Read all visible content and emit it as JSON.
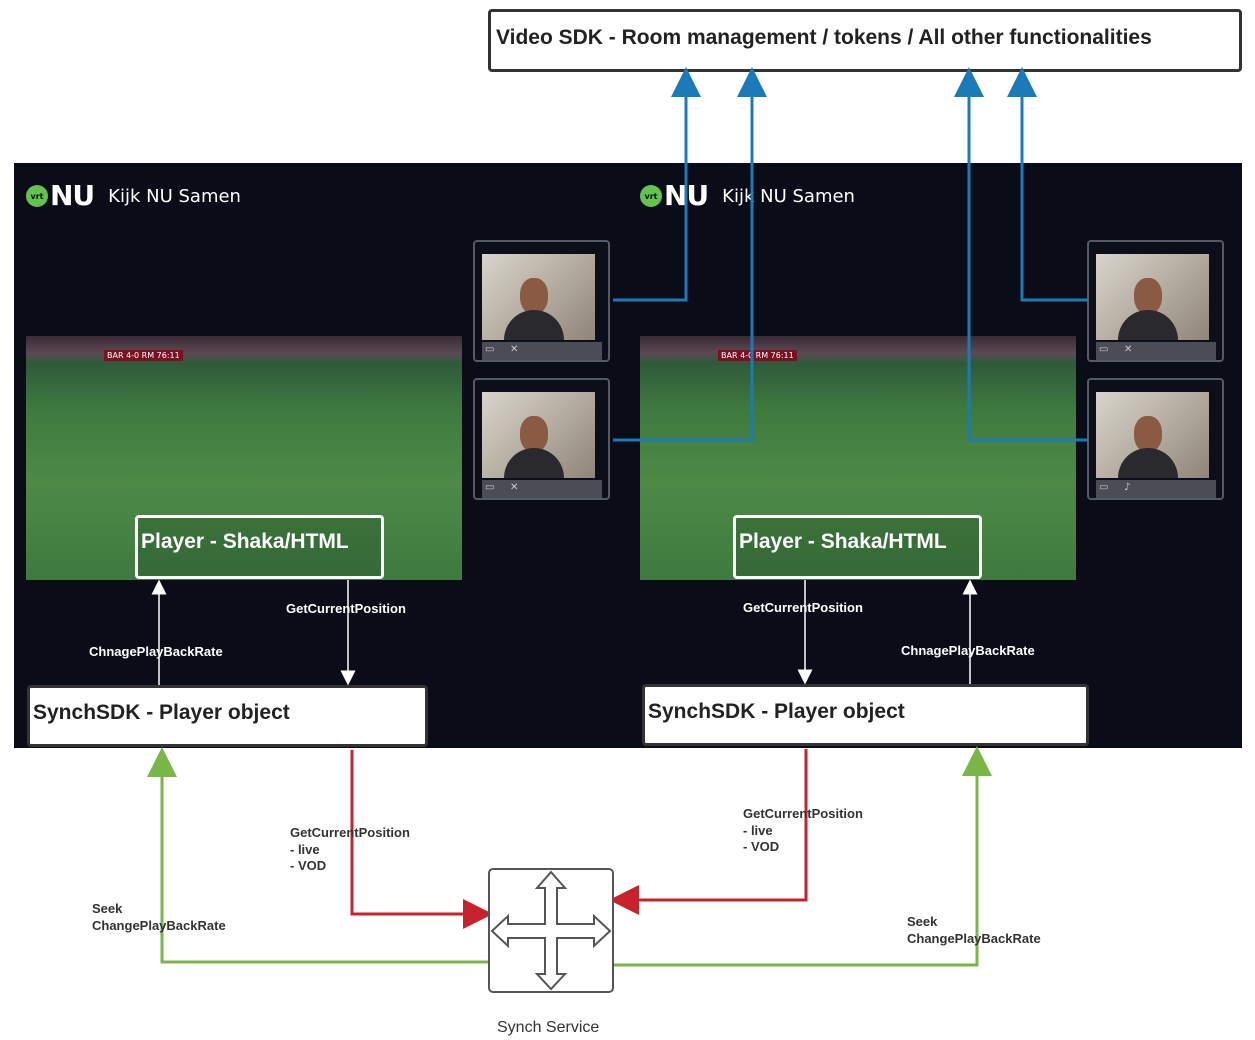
{
  "video_sdk": {
    "label": "Video SDK - Room management / tokens / All other functionalities"
  },
  "panels": [
    {
      "brand": {
        "logo_small": "vrt",
        "logo": "NU",
        "title": "Kijk NU Samen"
      },
      "scoreboard": "BAR 4-0 RM 76:11",
      "player_label": "Player - Shaka/HTML",
      "synch_label": "SynchSDK - Player object",
      "up_arrow_label": "ChnagePlayBackRate",
      "down_arrow_label": "GetCurrentPosition"
    },
    {
      "brand": {
        "logo_small": "vrt",
        "logo": "NU",
        "title": "Kijk NU Samen"
      },
      "scoreboard": "BAR 4-0 RM 76:11",
      "player_label": "Player - Shaka/HTML",
      "synch_label": "SynchSDK - Player object",
      "up_arrow_label": "ChnagePlayBackRate",
      "down_arrow_label": "GetCurrentPosition"
    }
  ],
  "flows": {
    "left_green": "Seek\nChangePlayBackRate",
    "left_red": "GetCurrentPosition\n- live\n- VOD",
    "right_red": "GetCurrentPosition\n- live\n- VOD",
    "right_green": "Seek\nChangePlayBackRate"
  },
  "synch_service": {
    "label": "Synch Service"
  },
  "colors": {
    "blue": "#1b7ab8",
    "red": "#c8232c",
    "green": "#7ab648",
    "panel_bg": "#0a0c18"
  },
  "icons": [
    "camera-icon",
    "mic-muted-icon",
    "mic-icon",
    "four-way-arrow-icon"
  ]
}
